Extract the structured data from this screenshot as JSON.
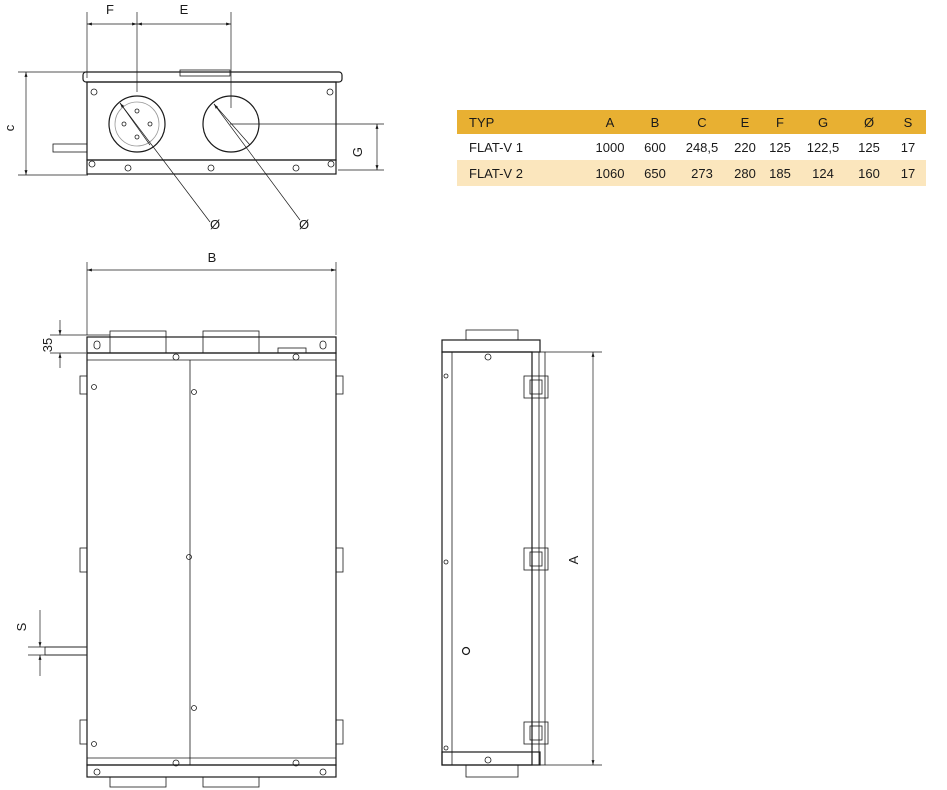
{
  "dimension_labels": {
    "F": "F",
    "E": "E",
    "C": "c",
    "G": "G",
    "diameter": "Ø",
    "B": "B",
    "35": "35",
    "S": "S",
    "A": "A"
  },
  "table": {
    "headers": [
      "TYP",
      "A",
      "B",
      "C",
      "E",
      "F",
      "G",
      "Ø",
      "S"
    ],
    "rows": [
      [
        "FLAT-V 1",
        "1000",
        "600",
        "248,5",
        "220",
        "125",
        "122,5",
        "125",
        "17"
      ],
      [
        "FLAT-V 2",
        "1060",
        "650",
        "273",
        "280",
        "185",
        "124",
        "160",
        "17"
      ]
    ]
  },
  "colors": {
    "header": "#e8b032",
    "alt_row": "#fbe6bd"
  }
}
